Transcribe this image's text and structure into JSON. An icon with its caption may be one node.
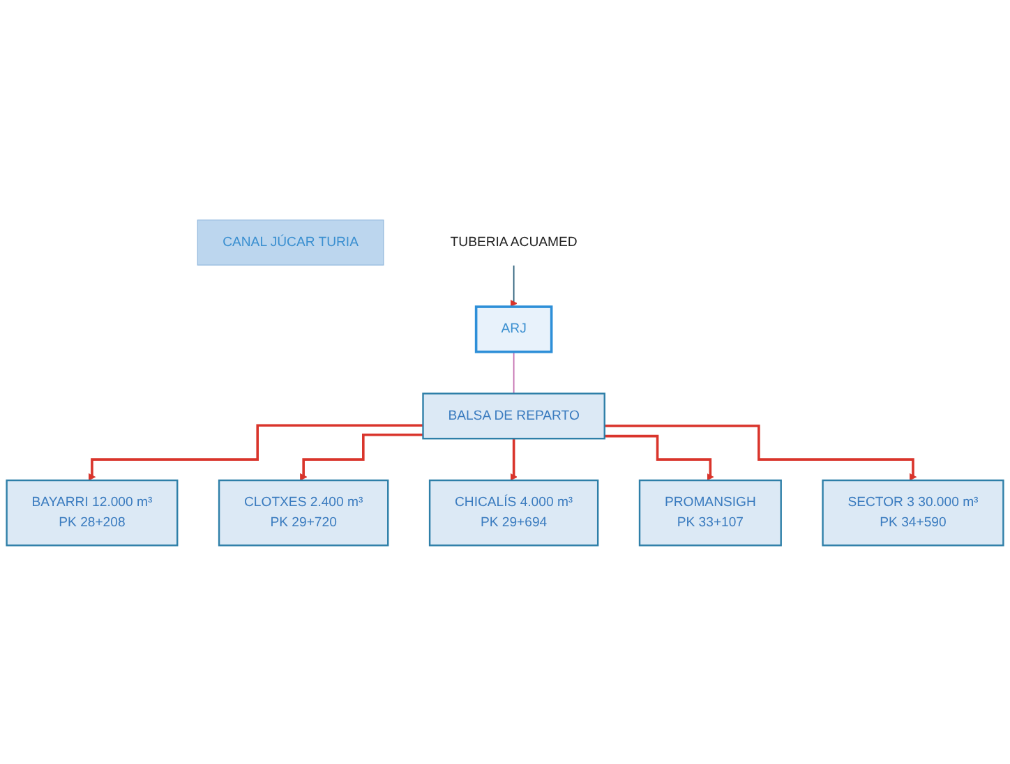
{
  "diagram": {
    "nodes": [
      {
        "text": [
          "BALSA DE REPARTO"
        ]
      },
      {
        "text": [
          "CANAL JÚCAR TURIA"
        ]
      },
      {
        "text": [
          "BAYARRI 12.000 m³",
          "PK 28+208"
        ]
      },
      {
        "text": [
          "CLOTXES 2.400 m³",
          "PK 29+720"
        ]
      },
      {
        "text": [
          "CHICALÍS 4.000 m³",
          "PK 29+694"
        ]
      },
      {
        "text": [
          "PROMANSIGH",
          "PK 33+107"
        ]
      },
      {
        "text": [
          "SECTOR 3 30.000 m³",
          "PK 34+590"
        ]
      },
      {
        "text": [
          "ARJ"
        ]
      },
      {
        "text": [
          "TUBERIA ACUAMED"
        ]
      }
    ],
    "edges": [
      {
        "from": 0,
        "to": 2,
        "arrow": "to"
      },
      {
        "from": 0,
        "to": 3,
        "arrow": "to"
      },
      {
        "from": 0,
        "to": 4,
        "arrow": "to"
      },
      {
        "from": 0,
        "to": 5,
        "arrow": "to"
      },
      {
        "from": 0,
        "to": 6,
        "arrow": "to"
      },
      {
        "from": 8,
        "to": 7,
        "arrow": "to",
        "color": "#2b5f7a"
      },
      {
        "from": 7,
        "to": 0,
        "arrow": "none",
        "color": "#c46fb0"
      }
    ]
  }
}
